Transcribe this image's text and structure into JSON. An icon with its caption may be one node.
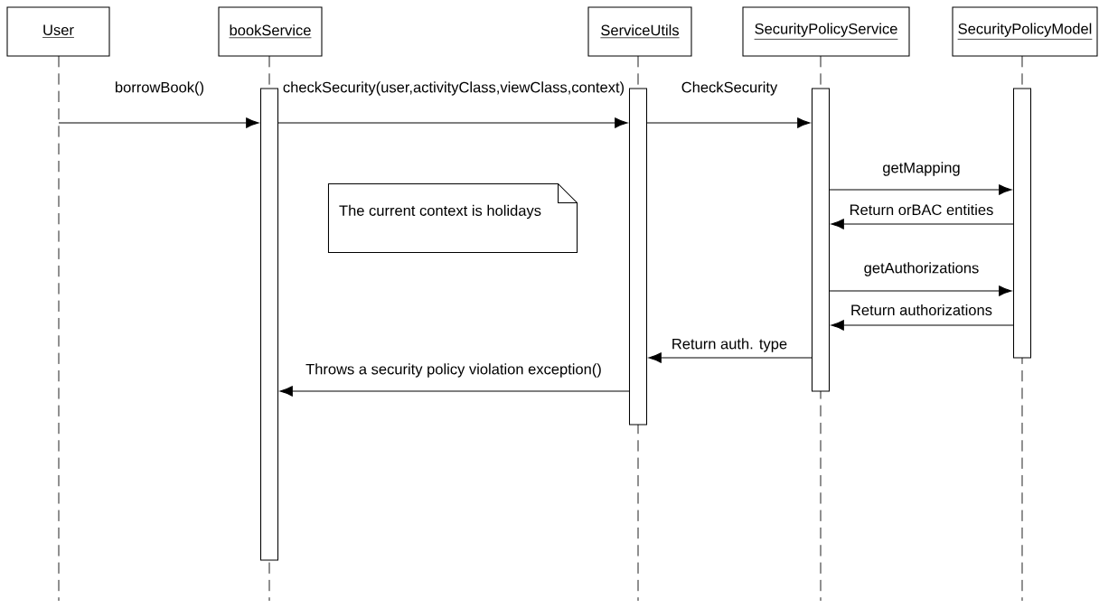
{
  "diagram": {
    "nodes": [
      {
        "text": [
          "User"
        ]
      },
      {
        "text": [
          "bookService"
        ]
      },
      {
        "text": [
          "ServiceUtils"
        ]
      },
      {
        "text": [
          "SecurityPolicyService"
        ]
      },
      {
        "text": [
          "SecurityPolicyModel"
        ]
      },
      {
        "text": [],
        "shape": "bar"
      },
      {
        "text": [],
        "shape": "bar"
      },
      {
        "text": [],
        "shape": "bar"
      },
      {
        "text": [],
        "shape": "bar"
      },
      {
        "text": [
          "The current context is holidays"
        ]
      }
    ],
    "edges": [
      {
        "from": null,
        "to": 5,
        "arrow": "to",
        "label": "borrowBook()"
      },
      {
        "from": 5,
        "to": 6,
        "arrow": "to",
        "label": "checkSecurity(user,activityClass,viewClass,context)"
      },
      {
        "from": 6,
        "to": 7,
        "arrow": "to",
        "label": "CheckSecurity"
      },
      {
        "from": 7,
        "to": 8,
        "arrow": "to",
        "label": "getMapping"
      },
      {
        "from": 8,
        "to": 7,
        "arrow": "to",
        "label": "Return orBAC entities"
      },
      {
        "from": 7,
        "to": 8,
        "arrow": "to",
        "label": "getAuthorizations"
      },
      {
        "from": 8,
        "to": 7,
        "arrow": "to",
        "label": "Return authorizations"
      },
      {
        "from": 7,
        "to": 6,
        "arrow": "to",
        "label": "Return auth. type"
      },
      {
        "from": 6,
        "to": 5,
        "arrow": "to",
        "label": "Throws a security policy violation exception()"
      }
    ]
  }
}
